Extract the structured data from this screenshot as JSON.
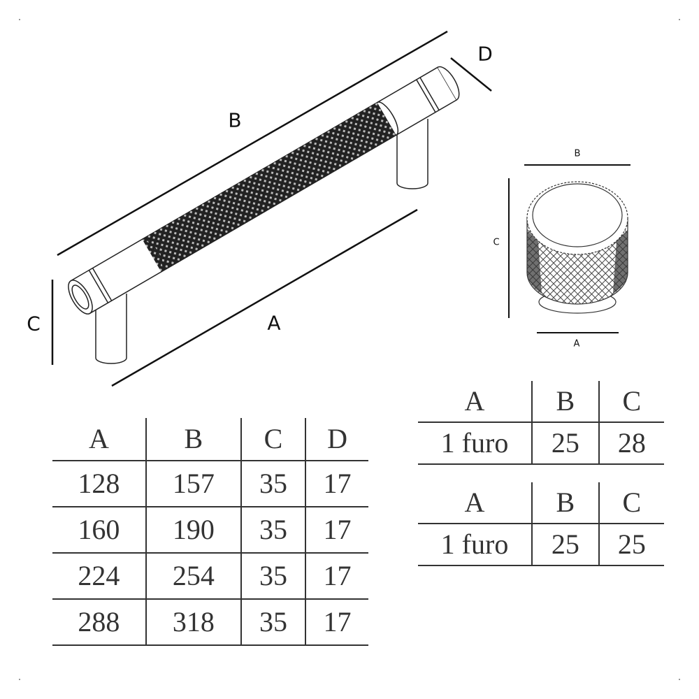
{
  "handle_labels": {
    "A": "A",
    "B": "B",
    "C": "C",
    "D": "D"
  },
  "knob_labels": {
    "A": "A",
    "B": "B",
    "C": "C"
  },
  "handle_table": {
    "headers": [
      "A",
      "B",
      "C",
      "D"
    ],
    "rows": [
      [
        "128",
        "157",
        "35",
        "17"
      ],
      [
        "160",
        "190",
        "35",
        "17"
      ],
      [
        "224",
        "254",
        "35",
        "17"
      ],
      [
        "288",
        "318",
        "35",
        "17"
      ]
    ]
  },
  "knob_tables": [
    {
      "headers": [
        "A",
        "B",
        "C"
      ],
      "rows": [
        [
          "1 furo",
          "25",
          "28"
        ]
      ]
    },
    {
      "headers": [
        "A",
        "B",
        "C"
      ],
      "rows": [
        [
          "1 furo",
          "25",
          "25"
        ]
      ]
    }
  ]
}
